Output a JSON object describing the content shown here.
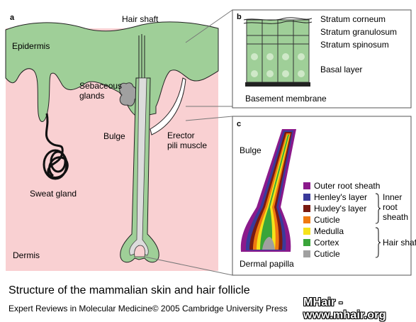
{
  "panels": {
    "a": "a",
    "b": "b",
    "c": "c"
  },
  "labels": {
    "hair_shaft": "Hair shaft",
    "epidermis": "Epidermis",
    "sebaceous": "Sebaceous\nglands",
    "sebaceous_1": "Sebaceous",
    "sebaceous_2": "glands",
    "bulge_a": "Bulge",
    "erector_1": "Erector",
    "erector_2": "pili muscle",
    "sweat_gland": "Sweat gland",
    "dermis": "Dermis",
    "stratum_corneum": "Stratum corneum",
    "stratum_granulosum": "Stratum granulosum",
    "stratum_spinosum": "Stratum spinosum",
    "basal_layer": "Basal layer",
    "basement_membrane": "Basement membrane",
    "bulge_c": "Bulge",
    "dermal_papilla": "Dermal papilla"
  },
  "legend": {
    "items": [
      {
        "label": "Outer root sheath",
        "color": "#8b1a8b"
      },
      {
        "label": "Henley's layer",
        "color": "#3a3a9a"
      },
      {
        "label": "Huxley's layer",
        "color": "#7a1a10"
      },
      {
        "label": "Cuticle",
        "color": "#f07a10"
      },
      {
        "label": "Medulla",
        "color": "#f5e21a"
      },
      {
        "label": "Cortex",
        "color": "#3aa53a"
      },
      {
        "label": "Cuticle",
        "color": "#a0a0a0"
      }
    ],
    "inner_1": "Inner",
    "inner_2": "root",
    "inner_3": "sheath",
    "hair_shaft": "Hair shaft"
  },
  "caption": {
    "title": "Structure of the mammalian skin and hair follicle",
    "source": "Expert Reviews in Molecular Medicine© 2005 Cambridge University Press"
  },
  "watermark": "MHair - www.mhair.org",
  "colors": {
    "dermis": "#f9d0d2",
    "epidermis": "#9fcf98",
    "cell": "#cfe8c8",
    "sebaceous": "#a0a0a0"
  }
}
